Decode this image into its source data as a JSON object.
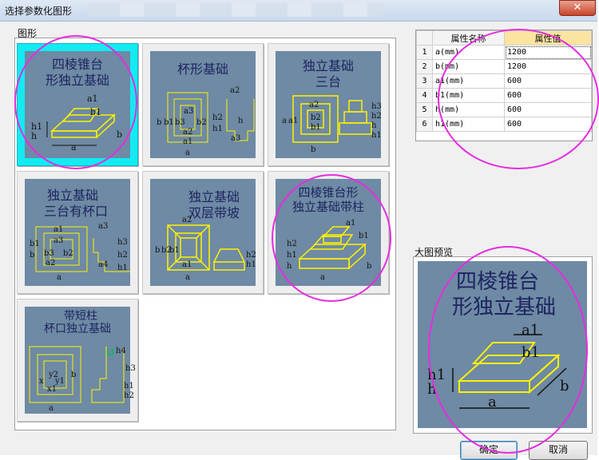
{
  "window": {
    "title": "选择参数化图形",
    "close_glyph": "✕"
  },
  "gallery": {
    "label": "图形",
    "items": [
      {
        "title_lines": [
          "四棱锥台",
          "形独立基础"
        ]
      },
      {
        "title_lines": [
          "杯形基础"
        ]
      },
      {
        "title_lines": [
          "独立基础",
          "三台"
        ]
      },
      {
        "title_lines": [
          "独立基础",
          "三台有杯口"
        ]
      },
      {
        "title_lines": [
          "独立基础",
          "双层带坡"
        ]
      },
      {
        "title_lines": [
          "四棱锥台形",
          "独立基础带柱"
        ]
      },
      {
        "title_lines": [
          "带短柱",
          "杯口独立基础"
        ]
      }
    ],
    "selected_index": 0
  },
  "properties": {
    "headers": [
      "属性名称",
      "属性值"
    ],
    "rows": [
      {
        "index": "1",
        "name": "a(mm)",
        "value": "1200"
      },
      {
        "index": "2",
        "name": "b(mm)",
        "value": "1200"
      },
      {
        "index": "3",
        "name": "a1(mm)",
        "value": "600"
      },
      {
        "index": "4",
        "name": "b1(mm)",
        "value": "600"
      },
      {
        "index": "5",
        "name": "h(mm)",
        "value": "600"
      },
      {
        "index": "6",
        "name": "h1(mm)",
        "value": "600"
      }
    ]
  },
  "preview": {
    "label": "大图预览",
    "title_lines": [
      "四棱锥台",
      "形独立基础"
    ]
  },
  "buttons": {
    "ok": "确定",
    "cancel": "取消"
  },
  "dim_labels": {
    "card1": [
      "a1",
      "b1",
      "h1",
      "h",
      "a",
      "b"
    ],
    "card2": [
      "a2",
      "b",
      "b1",
      "b3",
      "a3",
      "b2",
      "a2",
      "a1",
      "a",
      "h2",
      "h",
      "h1",
      "a3"
    ],
    "card3": [
      "a2",
      "a",
      "a1",
      "b2",
      "b1",
      "b",
      "h3",
      "h2",
      "h",
      "h1"
    ],
    "card4": [
      "a1",
      "b1",
      "b",
      "a3",
      "a2",
      "b3",
      "b2",
      "a",
      "a4",
      "a3",
      "h3",
      "h2",
      "h1"
    ],
    "card5": [
      "a2",
      "b",
      "b2",
      "b1",
      "a1",
      "a",
      "h2",
      "h1"
    ],
    "card6": [
      "a1",
      "b1",
      "h2",
      "h1",
      "h",
      "a",
      "b"
    ],
    "card7": [
      "x",
      "y2",
      "y1",
      "b",
      "x1",
      "a",
      "h4",
      "h3",
      "h1",
      "h2"
    ],
    "preview": [
      "a1",
      "b1",
      "h1",
      "h",
      "a",
      "b"
    ]
  },
  "colors": {
    "thumb_bg": "#6e8aa4",
    "drawing": "#fff200",
    "title": "#1e2560",
    "selected": "#13eaf2",
    "annotation": "#e62ce0"
  }
}
